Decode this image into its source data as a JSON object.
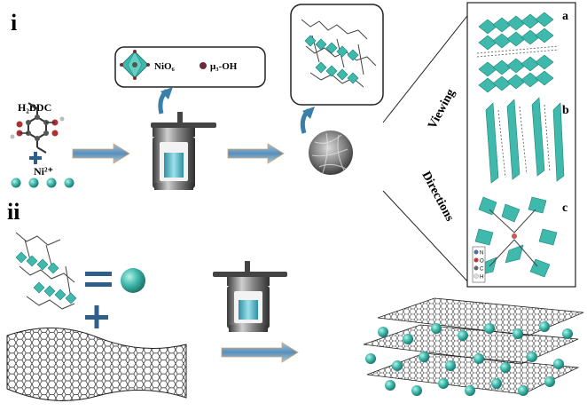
{
  "section_i_label": "i",
  "section_ii_label": "ii",
  "linker_label": "H₂BDC",
  "metal_ion_label": "Ni²⁺",
  "legend": {
    "octahedron_label": "NiO₆",
    "hydroxyl_label": "μ₃-OH"
  },
  "viewing_label": "Viewing",
  "directions_label": "Directions",
  "panels": [
    {
      "letter": "a"
    },
    {
      "letter": "b"
    },
    {
      "letter": "c"
    }
  ],
  "element_key": [
    "N",
    "O",
    "C",
    "H"
  ],
  "colors": {
    "teal": "#3fb9ac",
    "teal_dark": "#1f8278",
    "arrow": "#5b8fb8",
    "curved_arrow": "#3a7eaa"
  }
}
